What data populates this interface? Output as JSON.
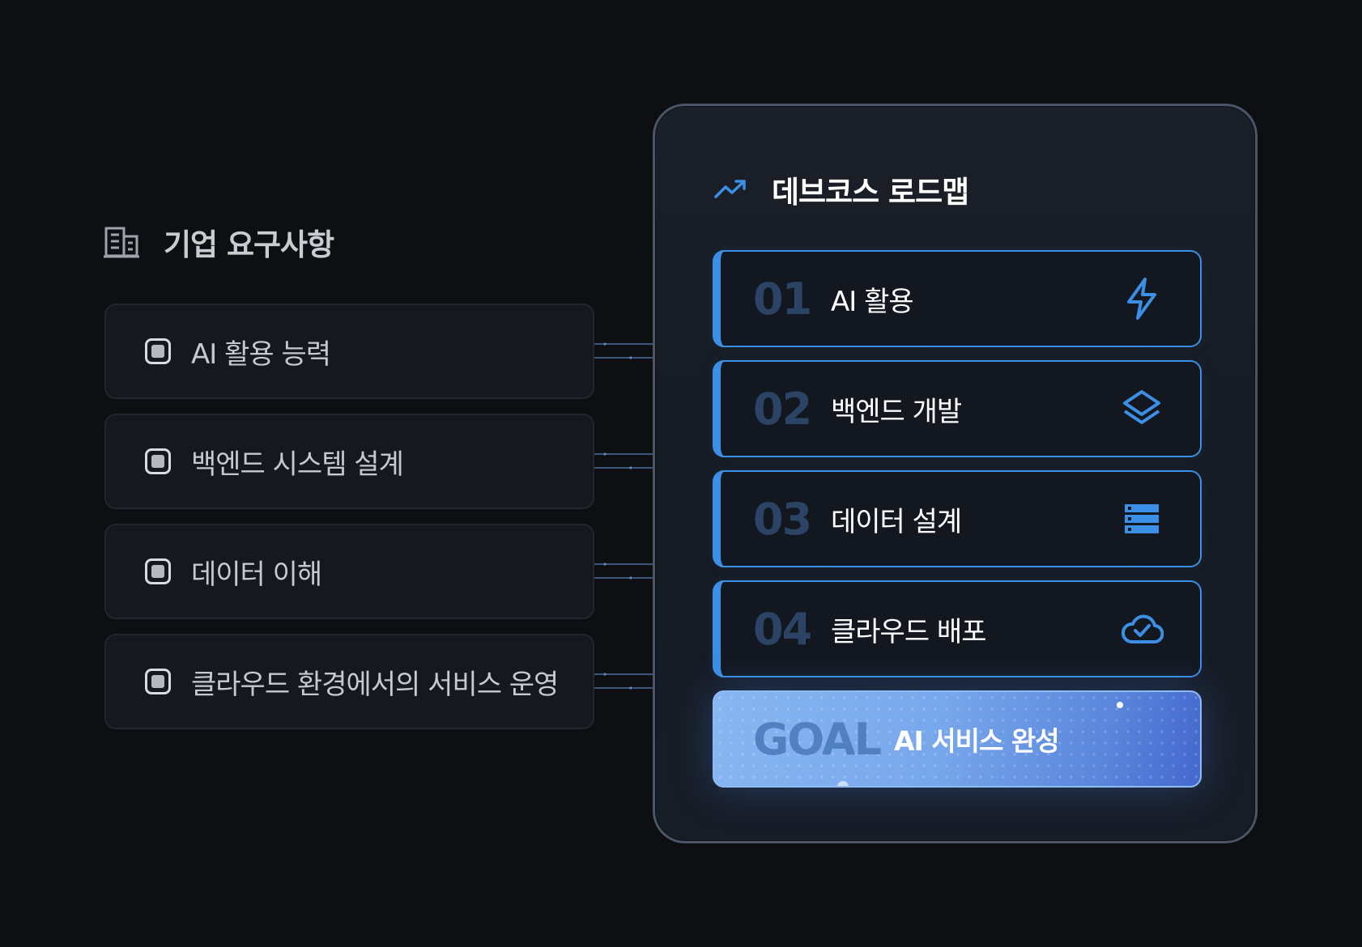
{
  "requirements": {
    "title": "기업 요구사항",
    "icon": "building-icon",
    "items": [
      {
        "label": "AI 활용 능력"
      },
      {
        "label": "백엔드 시스템 설계"
      },
      {
        "label": "데이터 이해"
      },
      {
        "label": "클라우드 환경에서의 서비스 운영"
      }
    ]
  },
  "roadmap": {
    "title": "데브코스 로드맵",
    "icon": "trending-up-icon",
    "steps": [
      {
        "num": "01",
        "label": "AI 활용",
        "icon": "lightning-icon"
      },
      {
        "num": "02",
        "label": "백엔드 개발",
        "icon": "layers-icon"
      },
      {
        "num": "03",
        "label": "데이터 설계",
        "icon": "server-icon"
      },
      {
        "num": "04",
        "label": "클라우드 배포",
        "icon": "cloud-check-icon"
      }
    ],
    "goal": {
      "word": "GOAL",
      "label": "AI 서비스 완성"
    }
  },
  "colors": {
    "background": "#0e0f13",
    "accent": "#3b8fe6",
    "goal_gradient_start": "#87b6f1",
    "goal_gradient_end": "#4468cf"
  }
}
